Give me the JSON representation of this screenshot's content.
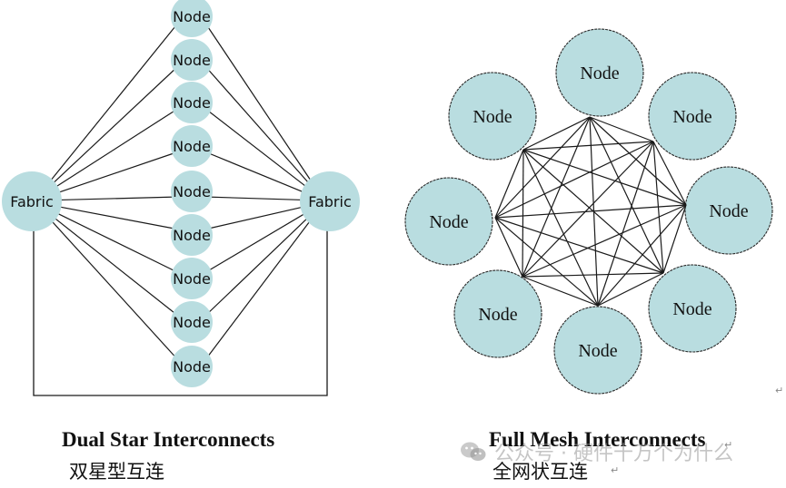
{
  "colors": {
    "node_fill": "#b9dde0",
    "line": "#1a1a1a",
    "text": "#111111"
  },
  "dual_star": {
    "title": "Dual Star Interconnects",
    "subtitle": "双星型互连",
    "fabric_left": "Fabric",
    "fabric_right": "Fabric",
    "nodes": [
      "Node",
      "Node",
      "Node",
      "Node",
      "Node",
      "Node",
      "Node",
      "Node",
      "Node"
    ]
  },
  "full_mesh": {
    "title": "Full Mesh Interconnects",
    "subtitle": "全网状互连",
    "nodes": [
      "Node",
      "Node",
      "Node",
      "Node",
      "Node",
      "Node",
      "Node",
      "Node"
    ]
  },
  "watermark": {
    "icon": "wechat-icon",
    "text": "公众号 · 硬件十万个为什么"
  },
  "paragraph_marks": [
    "↵",
    "↵",
    "↵",
    "↵"
  ]
}
